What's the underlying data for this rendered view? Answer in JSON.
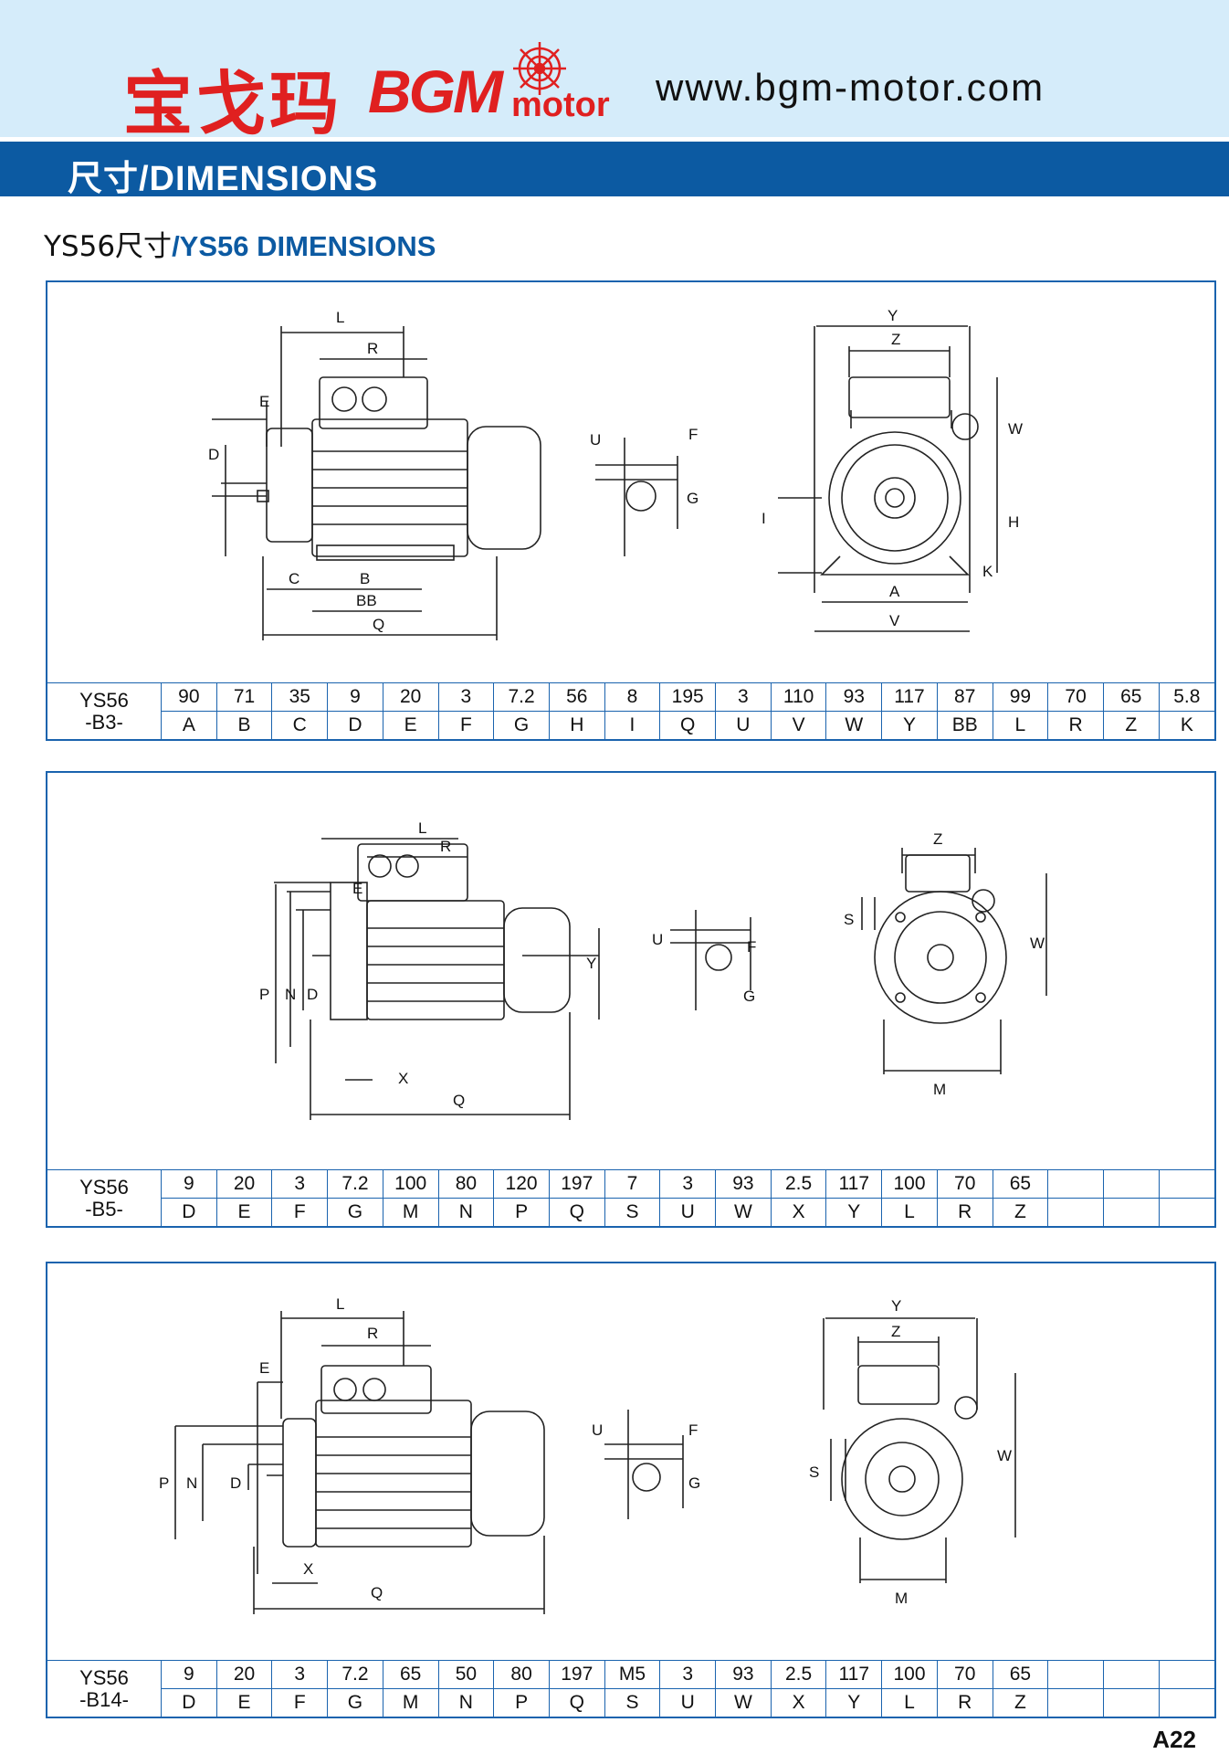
{
  "header": {
    "brand_cn": "宝戈玛",
    "brand_en": "BGM",
    "brand_suffix": "motor",
    "website": "www.bgm-motor.com"
  },
  "title_bar": {
    "text": "尺寸/DIMENSIONS"
  },
  "subtitle": {
    "cn": "YS56尺寸",
    "en": "/YS56 DIMENSIONS"
  },
  "tables": {
    "b3": {
      "model_line1": "YS56",
      "model_line2": "-B3-",
      "values": [
        "90",
        "71",
        "35",
        "9",
        "20",
        "3",
        "7.2",
        "56",
        "8",
        "195",
        "3",
        "110",
        "93",
        "117",
        "87",
        "99",
        "70",
        "65",
        "5.8"
      ],
      "labels": [
        "A",
        "B",
        "C",
        "D",
        "E",
        "F",
        "G",
        "H",
        "I",
        "Q",
        "U",
        "V",
        "W",
        "Y",
        "BB",
        "L",
        "R",
        "Z",
        "K"
      ]
    },
    "b5": {
      "model_line1": "YS56",
      "model_line2": "-B5-",
      "values": [
        "9",
        "20",
        "3",
        "7.2",
        "100",
        "80",
        "120",
        "197",
        "7",
        "3",
        "93",
        "2.5",
        "117",
        "100",
        "70",
        "65",
        "",
        "",
        ""
      ],
      "labels": [
        "D",
        "E",
        "F",
        "G",
        "M",
        "N",
        "P",
        "Q",
        "S",
        "U",
        "W",
        "X",
        "Y",
        "L",
        "R",
        "Z",
        "",
        "",
        ""
      ]
    },
    "b14": {
      "model_line1": "YS56",
      "model_line2": "-B14-",
      "values": [
        "9",
        "20",
        "3",
        "7.2",
        "65",
        "50",
        "80",
        "197",
        "M5",
        "3",
        "93",
        "2.5",
        "117",
        "100",
        "70",
        "65",
        "",
        "",
        ""
      ],
      "labels": [
        "D",
        "E",
        "F",
        "G",
        "M",
        "N",
        "P",
        "Q",
        "S",
        "U",
        "W",
        "X",
        "Y",
        "L",
        "R",
        "Z",
        "",
        "",
        ""
      ]
    }
  },
  "drawing_labels": {
    "b3": [
      "L",
      "R",
      "E",
      "D",
      "C",
      "B",
      "BB",
      "Q",
      "U",
      "F",
      "G",
      "Y",
      "Z",
      "W",
      "H",
      "I",
      "K",
      "A",
      "V"
    ],
    "b5": [
      "L",
      "R",
      "E",
      "P",
      "N",
      "D",
      "X",
      "Q",
      "Y",
      "U",
      "F",
      "G",
      "Z",
      "S",
      "W",
      "M"
    ],
    "b14": [
      "L",
      "R",
      "E",
      "P",
      "N",
      "D",
      "X",
      "Q",
      "U",
      "F",
      "G",
      "Y",
      "Z",
      "W",
      "S",
      "M"
    ]
  },
  "page_number": "A22"
}
